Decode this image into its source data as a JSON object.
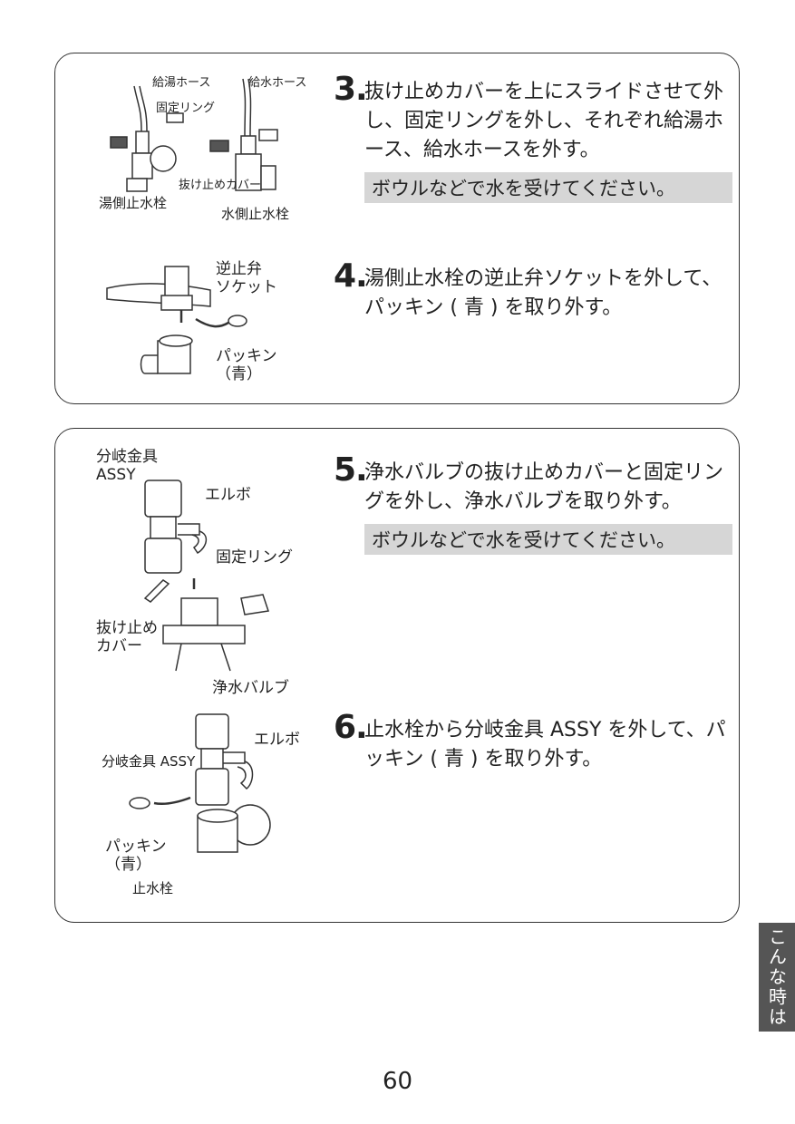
{
  "steps": [
    {
      "num": "3.",
      "text": "抜け止めカバーを上にスライドさせて外し、固定リングを外し、それぞれ給湯ホース、給水ホースを外す。",
      "note": "ボウルなどで水を受けてください。"
    },
    {
      "num": "4.",
      "text": "湯側止水栓の逆止弁ソケットを外して、パッキン ( 青 ) を取り外す。"
    },
    {
      "num": "5.",
      "text": "浄水バルブの抜け止めカバーと固定リングを外し、浄水バルブを取り外す。",
      "note": "ボウルなどで水を受けてください。"
    },
    {
      "num": "6.",
      "text": "止水栓から分岐金具 ASSY を外して、パッキン ( 青 ) を取り外す。"
    }
  ],
  "fig3": {
    "hot_hose": "給湯ホース",
    "cold_hose": "給水ホース",
    "ring": "固定リング",
    "cover": "抜け止めカバー",
    "hot_valve": "湯側止水栓",
    "cold_valve": "水側止水栓"
  },
  "fig4": {
    "socket": "逆止弁\nソケット",
    "packing": "パッキン\n（青）"
  },
  "fig5": {
    "branch": "分岐金具\nASSY",
    "elbow": "エルボ",
    "ring": "固定リング",
    "cover": "抜け止め\nカバー",
    "valve": "浄水バルブ"
  },
  "fig6": {
    "elbow": "エルボ",
    "branch": "分岐金具 ASSY",
    "packing": "パッキン\n（青）",
    "stop": "止水栓"
  },
  "side_tab": "こんな時は",
  "page_number": "60"
}
